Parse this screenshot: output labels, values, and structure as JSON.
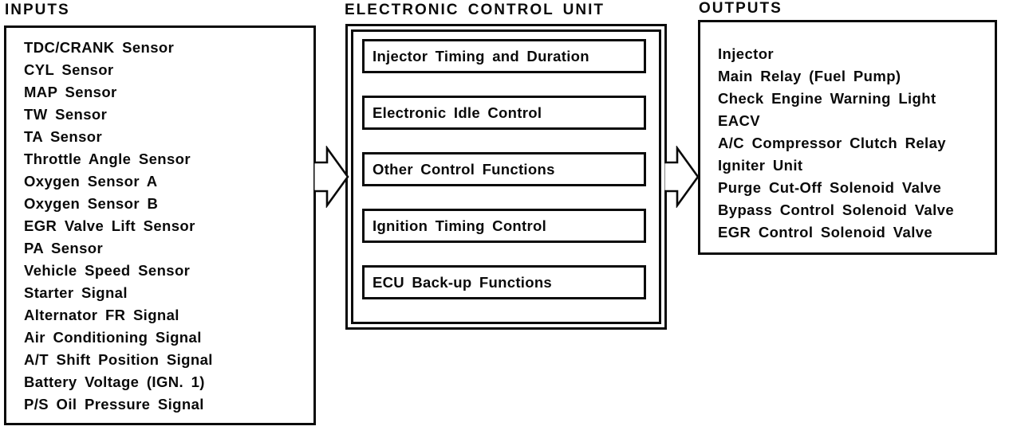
{
  "colors": {
    "ink": "#0a0a0a",
    "paper": "#ffffff"
  },
  "inputs": {
    "title": "INPUTS",
    "items": [
      "TDC/CRANK Sensor",
      "CYL Sensor",
      "MAP Sensor",
      "TW Sensor",
      "TA Sensor",
      "Throttle Angle Sensor",
      "Oxygen Sensor A",
      "Oxygen Sensor B",
      "EGR Valve Lift Sensor",
      "PA Sensor",
      "Vehicle Speed Sensor",
      "Starter Signal",
      "Alternator FR Signal",
      "Air Conditioning Signal",
      "A/T Shift Position Signal",
      "Battery Voltage (IGN. 1)",
      "P/S Oil Pressure Signal"
    ]
  },
  "ecu": {
    "title": "ELECTRONIC CONTROL UNIT",
    "functions": [
      "Injector Timing and Duration",
      "Electronic Idle Control",
      "Other Control Functions",
      "Ignition Timing Control",
      "ECU Back-up Functions"
    ]
  },
  "outputs": {
    "title": "OUTPUTS",
    "items": [
      "Injector",
      "Main Relay (Fuel Pump)",
      "Check Engine Warning Light",
      "EACV",
      "A/C Compressor Clutch Relay",
      "Igniter Unit",
      "Purge Cut-Off Solenoid Valve",
      "Bypass Control Solenoid Valve",
      "EGR Control Solenoid Valve"
    ]
  },
  "arrows": {
    "inputs_to_ecu": "right-block-arrow",
    "ecu_to_outputs": "right-block-arrow"
  }
}
